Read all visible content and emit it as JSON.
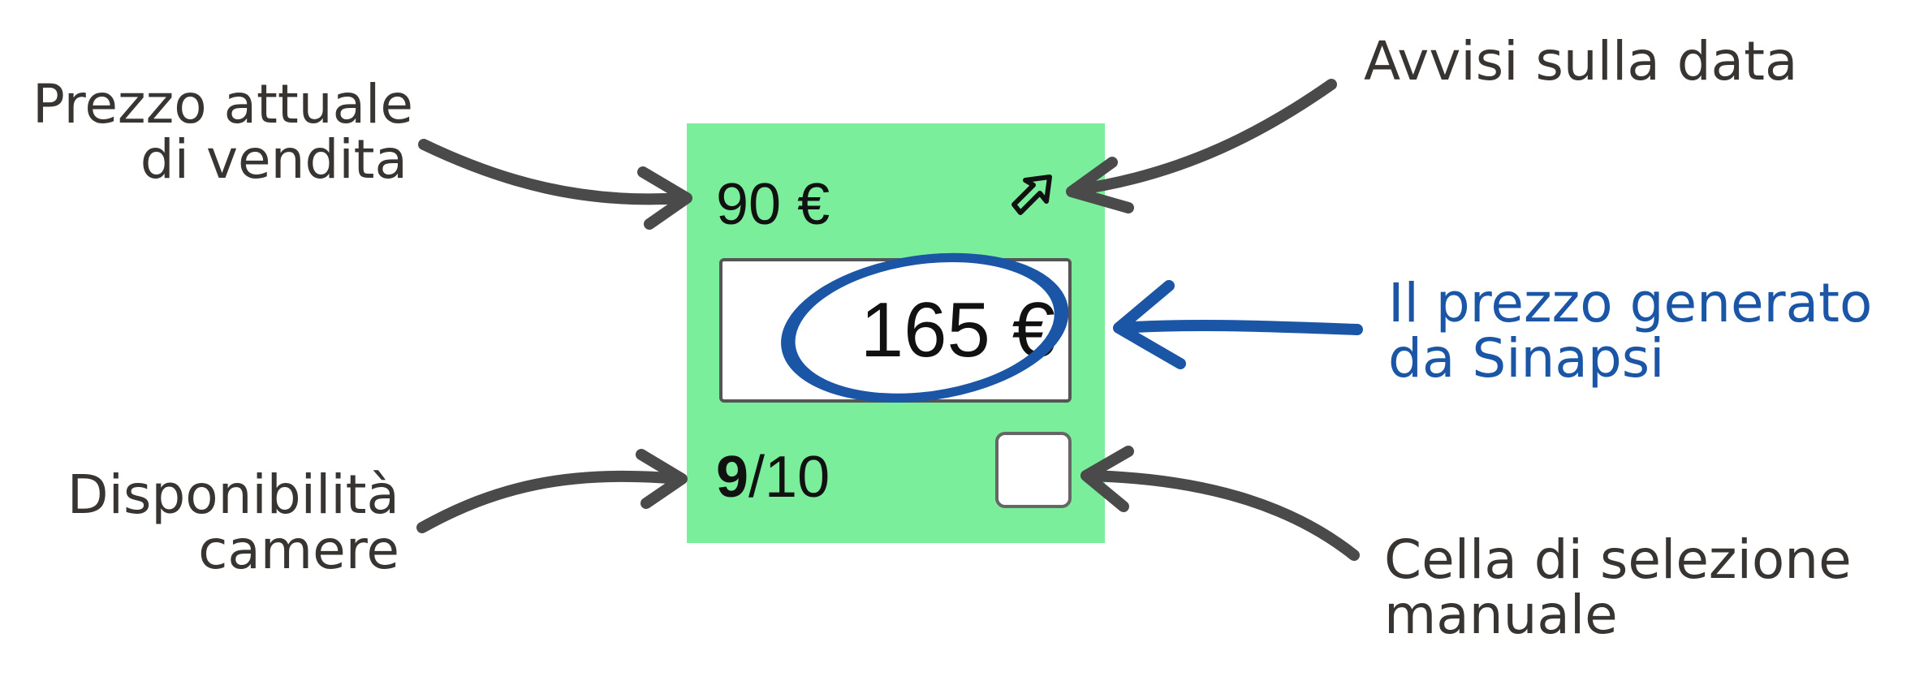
{
  "labels": {
    "current_price_line1": "Prezzo attuale",
    "current_price_line2": "di vendita",
    "date_alerts": "Avvisi sulla data",
    "generated_price_line1": "Il prezzo generato",
    "generated_price_line2": "da Sinapsi",
    "availability_line1": "Disponibilità",
    "availability_line2": "camere",
    "manual_select_line1": "Cella di selezione",
    "manual_select_line2": "manuale"
  },
  "cell": {
    "current_price": "90 €",
    "generated_price": "165 €",
    "available_rooms": "9",
    "total_rooms": "/10",
    "background": "#7aee9a",
    "alert_icon": "arrow-up-right-icon"
  },
  "colors": {
    "annotation_text": "#373432",
    "highlight_blue": "#1a55a6",
    "arrow_gray": "#4a4a4a"
  }
}
